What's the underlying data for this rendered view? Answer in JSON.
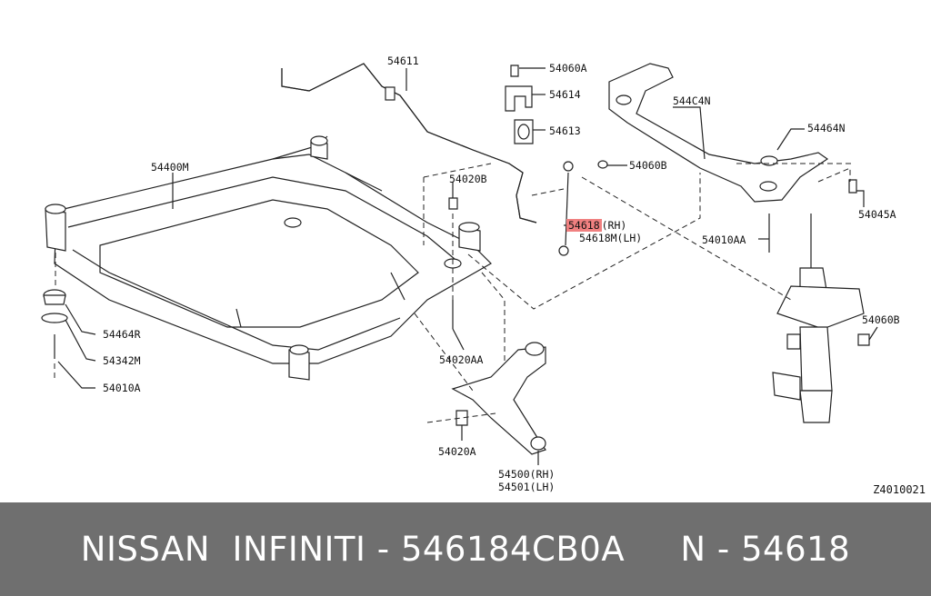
{
  "parts": {
    "p54611": "54611",
    "p54060A": "54060A",
    "p54614": "54614",
    "p54613": "54613",
    "p544C4N": "544C4N",
    "p54464N": "54464N",
    "p54060B_top": "54060B",
    "p54400M": "54400M",
    "p54020B": "54020B",
    "p54618_code": "54618",
    "p54618_side": "(RH)",
    "p54618M": "54618M(LH)",
    "p54010AA": "54010AA",
    "p54045A": "54045A",
    "p54060B_right": "54060B",
    "p54464R": "54464R",
    "p54342M": "54342M",
    "p54010A": "54010A",
    "p54020AA": "54020AA",
    "p54020A": "54020A",
    "p54500": "54500(RH)",
    "p54501": "54501(LH)"
  },
  "diagram_id": "Z4010021",
  "footer": "NISSAN  INFINITI - 546184CB0A     N - 54618",
  "colors": {
    "highlight": "#f08080",
    "footer_bg": "#6f6f6f",
    "footer_text": "#ffffff"
  }
}
